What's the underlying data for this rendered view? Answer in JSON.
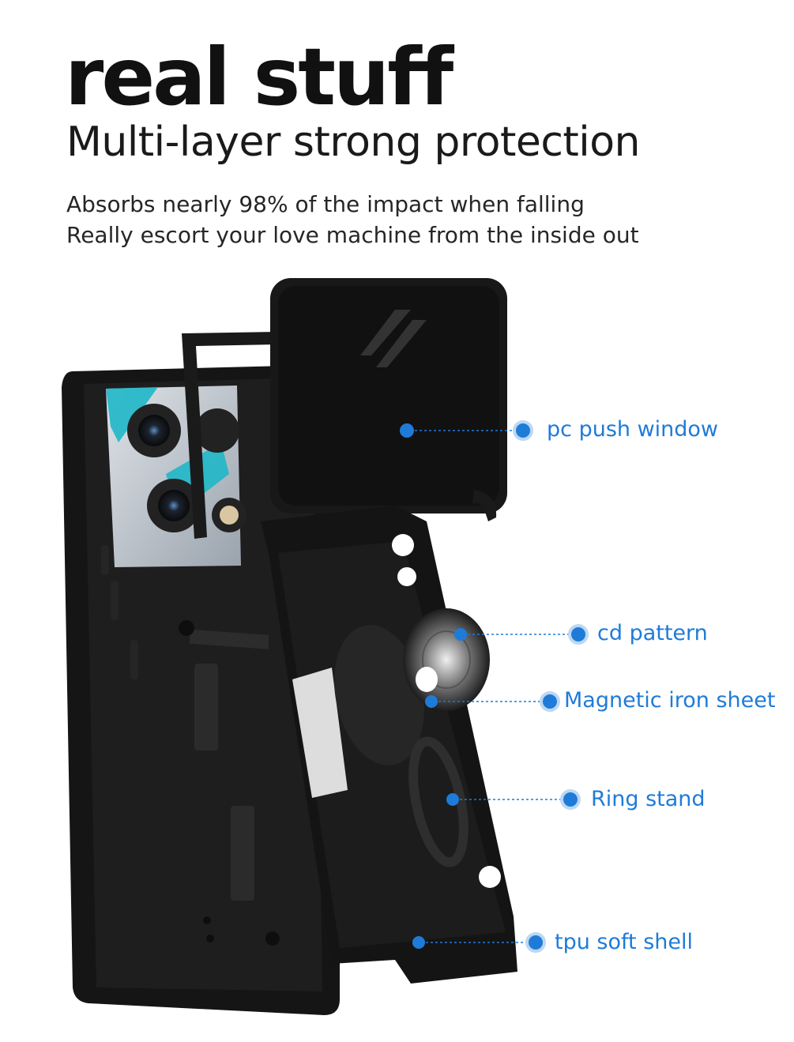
{
  "header": {
    "title": "real stuff",
    "subtitle": "Multi-layer strong protection",
    "description_lines": [
      "Absorbs nearly 98% of the impact when falling",
      "Really escort your love machine from the inside out"
    ]
  },
  "callouts": [
    {
      "label": "pc push window"
    },
    {
      "label": "cd pattern"
    },
    {
      "label": "Magnetic iron sheet"
    },
    {
      "label": "Ring stand"
    },
    {
      "label": "tpu soft shell"
    }
  ],
  "colors": {
    "accent": "#1f7bd8",
    "case": "#121212",
    "text": "#111111"
  }
}
